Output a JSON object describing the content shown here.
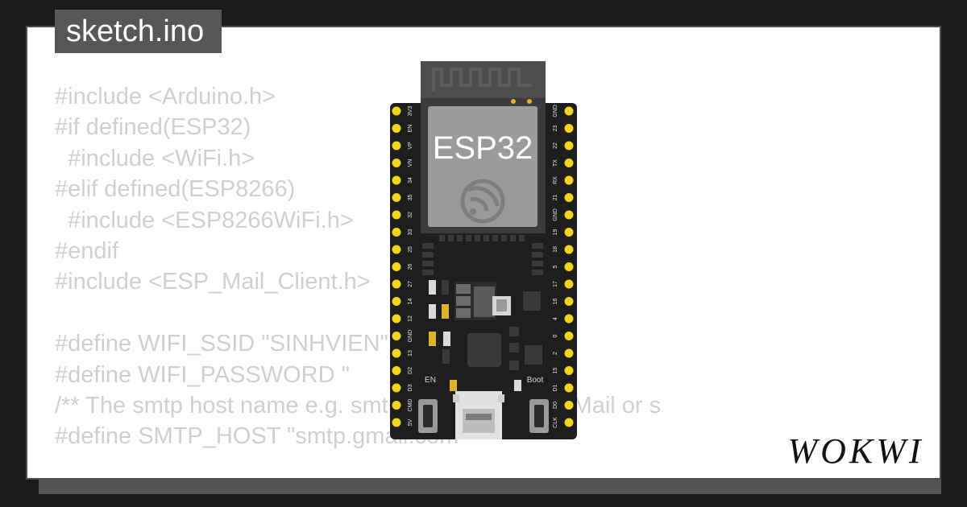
{
  "editor": {
    "file_tab": "sketch.ino",
    "code_lines": [
      "#include <Arduino.h>",
      "#if defined(ESP32)",
      "  #include <WiFi.h>",
      "#elif defined(ESP8266)",
      "  #include <ESP8266WiFi.h>",
      "#endif",
      "#include <ESP_Mail_Client.h>",
      "",
      "#define WIFI_SSID \"SINHVIEN\"",
      "#define WIFI_PASSWORD \"",
      "/** The smtp host name e.g. smtp.gmail.com for GMail or s",
      "#define SMTP_HOST \"smtp.gmail.com\""
    ]
  },
  "board": {
    "module_label": "ESP32",
    "left_pins": [
      "3V3",
      "EN",
      "VP",
      "VN",
      "34",
      "35",
      "32",
      "33",
      "25",
      "26",
      "27",
      "14",
      "12",
      "GND",
      "13",
      "D2",
      "D3",
      "CMD",
      "5V"
    ],
    "right_pins": [
      "GND",
      "23",
      "22",
      "TX",
      "RX",
      "21",
      "GND",
      "19",
      "18",
      "5",
      "17",
      "16",
      "4",
      "0",
      "2",
      "15",
      "D1",
      "D0",
      "CLK"
    ],
    "en_button_label": "EN",
    "boot_button_label": "Boot",
    "pcb_color": "#1e1e1e",
    "pin_color": "#f4d41c"
  },
  "brand": {
    "logo_text": "WOKWI"
  }
}
